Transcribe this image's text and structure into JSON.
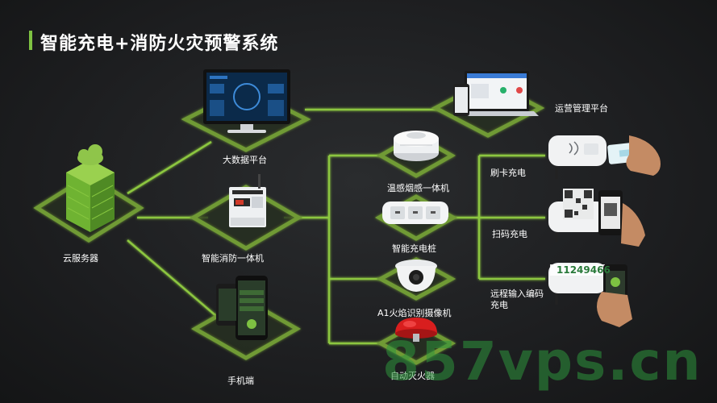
{
  "title": "智能充电+消防火灾预警系统",
  "nodes": {
    "cloud_server": "云服务器",
    "big_data": "大数据平台",
    "fire_unit": "智能消防一体机",
    "mobile": "手机端",
    "ops_platform": "运营管理平台",
    "smoke_detector": "温感烟感一体机",
    "charging_pile": "智能充电桩",
    "ai_camera": "A1火焰识别摄像机",
    "extinguisher": "自动灭火器",
    "card_charge": "刷卡充电",
    "scan_charge": "扫码充电",
    "remote_charge_line1": "远程输入编码",
    "remote_charge_line2": "充电"
  },
  "screen_code": "11249466",
  "watermark": "857vps.cn",
  "colors": {
    "accent": "#7ec242",
    "line": "#8cc63f",
    "background": "#1c1d1f"
  }
}
